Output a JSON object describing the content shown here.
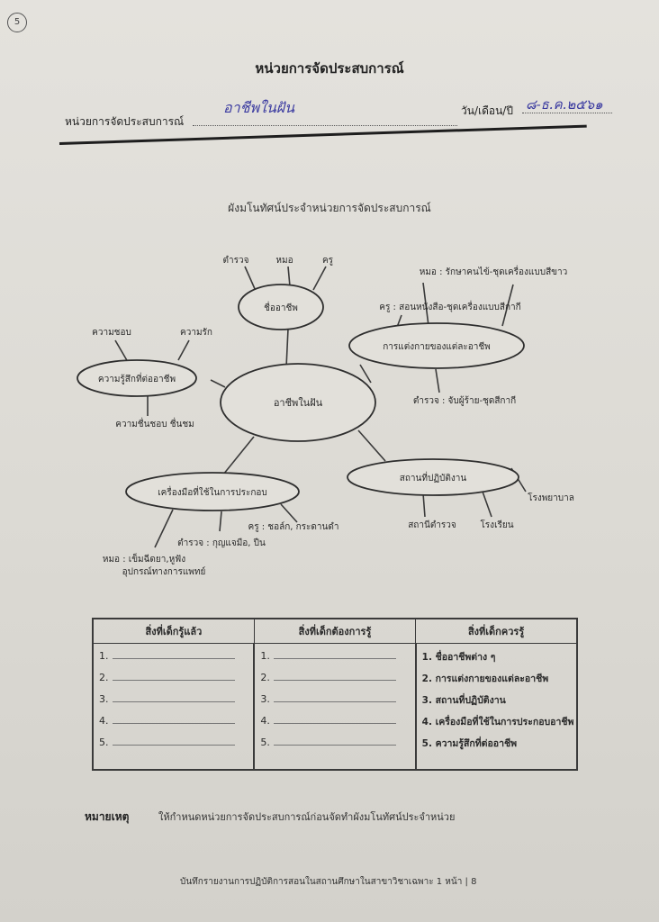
{
  "corner_mark": "5",
  "title": "หน่วยการจัดประสบการณ์",
  "unit_label": "หน่วยการจัดประสบการณ์",
  "unit_name": "อาชีพในฝัน",
  "date_label": "วัน/เดือน/ปี",
  "date_value": "๘-ธ.ค.๒๕๖๑",
  "subtitle": "ผังมโนทัศน์ประจำหน่วยการจัดประสบการณ์",
  "mindmap": {
    "center": "อาชีพในฝัน",
    "careers": {
      "label": "ชื่ออาชีพ",
      "items": [
        "ตำรวจ",
        "หมอ",
        "ครู"
      ]
    },
    "feelings": {
      "label": "ความรู้สึกที่ต่ออาชีพ",
      "items": [
        "ความชอบ",
        "ความรัก",
        "ความชื่นชอบ ชื่นชม"
      ]
    },
    "dress": {
      "label": "การแต่งกายของแต่ละอาชีพ",
      "items": [
        "หมอ : รักษาคนไข้-ชุดเครื่องแบบสีขาว",
        "ครู : สอนหนังสือ-ชุดเครื่องแบบสีกากี",
        "ตำรวจ : จับผู้ร้าย-ชุดสีกากี"
      ]
    },
    "tools": {
      "label": "เครื่องมือที่ใช้ในการประกอบ",
      "items": [
        "หมอ : เข็มฉีดยา,หูฟัง",
        "อุปกรณ์ทางการแพทย์",
        "ตำรวจ : กุญแจมือ, ปืน",
        "ครู : ชอล์ก, กระดานดำ"
      ]
    },
    "workplace": {
      "label": "สถานที่ปฏิบัติงาน",
      "items": [
        "โรงพยาบาล",
        "สถานีตำรวจ",
        "โรงเรียน"
      ]
    }
  },
  "table": {
    "headers": [
      "สิ่งที่เด็กรู้แล้ว",
      "สิ่งที่เด็กต้องการรู้",
      "สิ่งที่เด็กควรรู้"
    ],
    "numbers": [
      "1.",
      "2.",
      "3.",
      "4.",
      "5."
    ],
    "should_know": [
      "1. ชื่ออาชีพต่าง ๆ",
      "2. การแต่งกายของแต่ละอาชีพ",
      "3. สถานที่ปฏิบัติงาน",
      "4. เครื่องมือที่ใช้ในการประกอบอาชีพ",
      "5. ความรู้สึกที่ต่ออาชีพ"
    ]
  },
  "note_label": "หมายเหตุ",
  "note_text": "ให้กำหนดหน่วยการจัดประสบการณ์ก่อนจัดทำผังมโนทัศน์ประจำหน่วย",
  "footer": "บันทึกรายงานการปฏิบัติการสอนในสถานศึกษาในสาขาวิชาเฉพาะ 1   หน้า | 8"
}
